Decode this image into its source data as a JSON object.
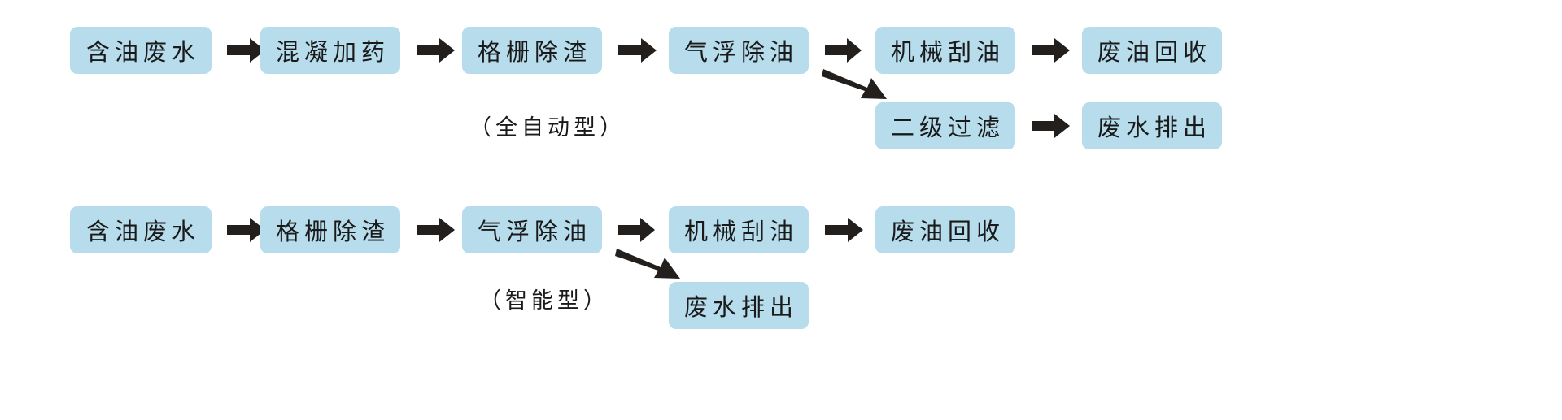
{
  "page": {
    "background_color": "#ffffff",
    "node_fill_color": "#b7dcec",
    "text_color": "#1a1a1a",
    "arrow_color": "#231f1c"
  },
  "diagrams": [
    {
      "id": "fully-automatic",
      "caption": "（全自动型）",
      "main_chain": [
        {
          "id": "f1-n1",
          "label": "含油废水"
        },
        {
          "id": "f1-n2",
          "label": "混凝加药"
        },
        {
          "id": "f1-n3",
          "label": "格栅除渣"
        },
        {
          "id": "f1-n4",
          "label": "气浮除油"
        },
        {
          "id": "f1-n5",
          "label": "机械刮油"
        },
        {
          "id": "f1-n6",
          "label": "废油回收"
        }
      ],
      "branch_chain": [
        {
          "id": "f1-b1",
          "label": "二级过滤"
        },
        {
          "id": "f1-b2",
          "label": "废水排出"
        }
      ],
      "branch_from": "气浮除油",
      "arrows": {
        "horizontal_count": 5,
        "branch_horizontal_count": 1,
        "diagonal_count": 1
      }
    },
    {
      "id": "intelligent",
      "caption": "（智能型）",
      "main_chain": [
        {
          "id": "f2-n1",
          "label": "含油废水"
        },
        {
          "id": "f2-n2",
          "label": "格栅除渣"
        },
        {
          "id": "f2-n3",
          "label": "气浮除油"
        },
        {
          "id": "f2-n4",
          "label": "机械刮油"
        },
        {
          "id": "f2-n5",
          "label": "废油回收"
        }
      ],
      "branch_chain": [
        {
          "id": "f2-b1",
          "label": "废水排出"
        }
      ],
      "branch_from": "气浮除油",
      "arrows": {
        "horizontal_count": 4,
        "branch_horizontal_count": 0,
        "diagonal_count": 1
      }
    }
  ]
}
